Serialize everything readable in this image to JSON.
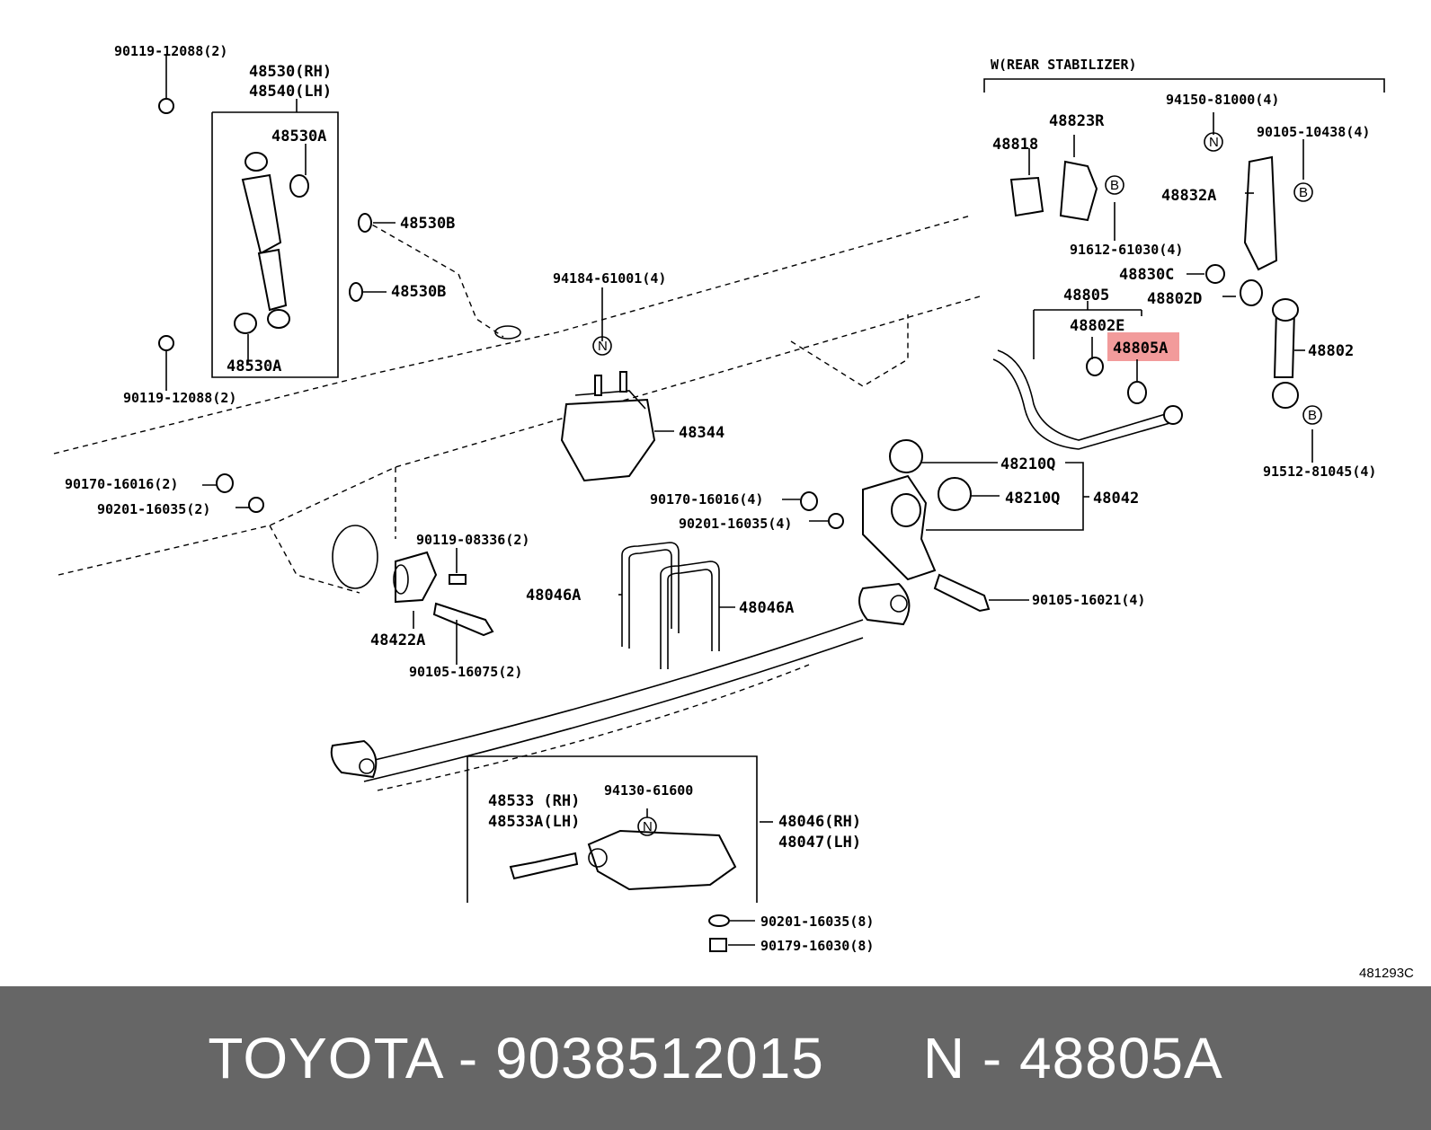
{
  "diagram": {
    "group_title": "W(REAR STABILIZER)",
    "figure_ref": "481293C",
    "highlight_color": "#f08a8a",
    "labels": {
      "p90119_12088_top": "90119-12088(2)",
      "p48530_rh": "48530(RH)",
      "p48540_lh": "48540(LH)",
      "p48530A_top": "48530A",
      "p48530A_bottom": "48530A",
      "p48530B_1": "48530B",
      "p48530B_2": "48530B",
      "p90119_12088_bottom": "90119-12088(2)",
      "p94184_61001": "94184-61001(4)",
      "p48344": "48344",
      "p90170_16016_left": "90170-16016(2)",
      "p90201_16035_left": "90201-16035(2)",
      "p90119_08336": "90119-08336(2)",
      "p48422A": "48422A",
      "p90105_16075": "90105-16075(2)",
      "p48046A_1": "48046A",
      "p48046A_2": "48046A",
      "p90170_16016_mid": "90170-16016(4)",
      "p90201_16035_mid": "90201-16035(4)",
      "p48210Q_1": "48210Q",
      "p48210Q_2": "48210Q",
      "p48042": "48042",
      "p90105_16021": "90105-16021(4)",
      "p48533_rh": "48533 (RH)",
      "p48533A_lh": "48533A(LH)",
      "p94130_61600": "94130-61600",
      "p48046_rh": "48046(RH)",
      "p48047_lh": "48047(LH)",
      "p90201_16035_bottom": "90201-16035(8)",
      "p90179_16030": "90179-16030(8)",
      "p48818": "48818",
      "p48823R": "48823R",
      "p91612_61030": "91612-61030(4)",
      "p94150_81000": "94150-81000(4)",
      "p90105_10438": "90105-10438(4)",
      "p48832A": "48832A",
      "p48830C": "48830C",
      "p48802D": "48802D",
      "p48805": "48805",
      "p48802E": "48802E",
      "p48805A": "48805A",
      "p48802": "48802",
      "p91512_81045": "91512-81045(4)"
    },
    "markers": {
      "n": "N",
      "b": "B"
    }
  },
  "footer": {
    "left": "TOYOTA - 9038512015",
    "right": "N - 48805A"
  }
}
